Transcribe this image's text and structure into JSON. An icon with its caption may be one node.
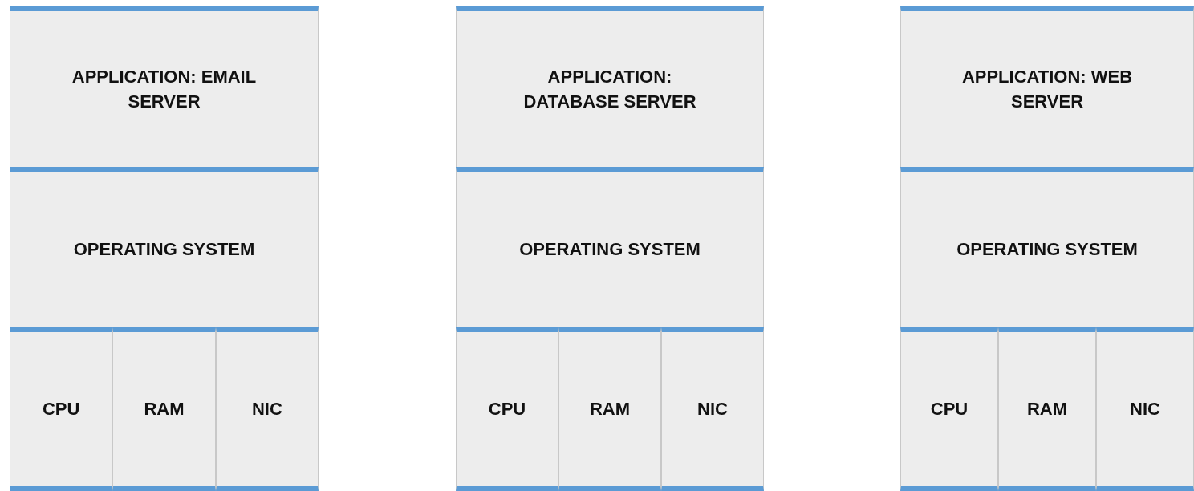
{
  "diagram": {
    "nodes": [
      {
        "text": [
          "APPLICATION: EMAIL SERVER"
        ]
      },
      {
        "text": [
          "OPERATING SYSTEM"
        ]
      },
      {
        "text": [
          "CPU"
        ]
      },
      {
        "text": [
          "RAM"
        ]
      },
      {
        "text": [
          "NIC"
        ]
      },
      {
        "text": [
          "APPLICATION: DATABASE SERVER"
        ]
      },
      {
        "text": [
          "OPERATING SYSTEM"
        ]
      },
      {
        "text": [
          "CPU"
        ]
      },
      {
        "text": [
          "RAM"
        ]
      },
      {
        "text": [
          "NIC"
        ]
      },
      {
        "text": [
          "APPLICATION: WEB SERVER"
        ]
      },
      {
        "text": [
          "OPERATING SYSTEM"
        ]
      },
      {
        "text": [
          "CPU"
        ]
      },
      {
        "text": [
          "RAM"
        ]
      },
      {
        "text": [
          "NIC"
        ]
      }
    ],
    "edges": []
  }
}
